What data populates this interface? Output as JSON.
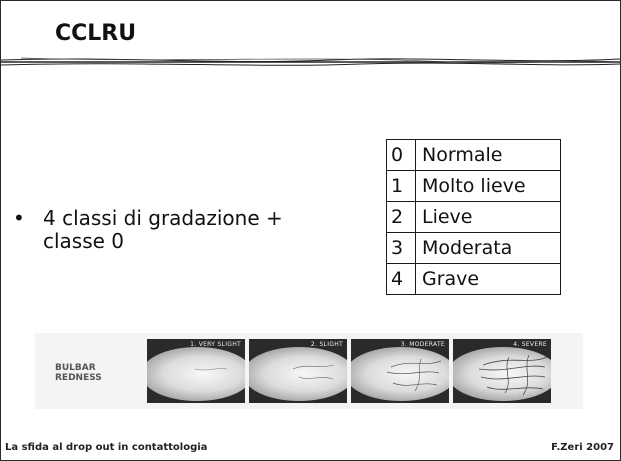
{
  "slide": {
    "title": "CCLRU",
    "bullet_symbol": "•",
    "bullet_text": "4 classi di gradazione + classe 0"
  },
  "grades_table": [
    {
      "num": "0",
      "label": "Normale"
    },
    {
      "num": "1",
      "label": "Molto lieve"
    },
    {
      "num": "2",
      "label": "Lieve"
    },
    {
      "num": "3",
      "label": "Moderata"
    },
    {
      "num": "4",
      "label": "Grave"
    }
  ],
  "grading_scale": {
    "title_line1": "BULBAR",
    "title_line2": "REDNESS",
    "panels": [
      "1. VERY SLIGHT",
      "2. SLIGHT",
      "3. MODERATE",
      "4. SEVERE"
    ]
  },
  "footer": {
    "left": "La sfida al drop out in contattologia",
    "right": "F.Zeri 2007"
  }
}
